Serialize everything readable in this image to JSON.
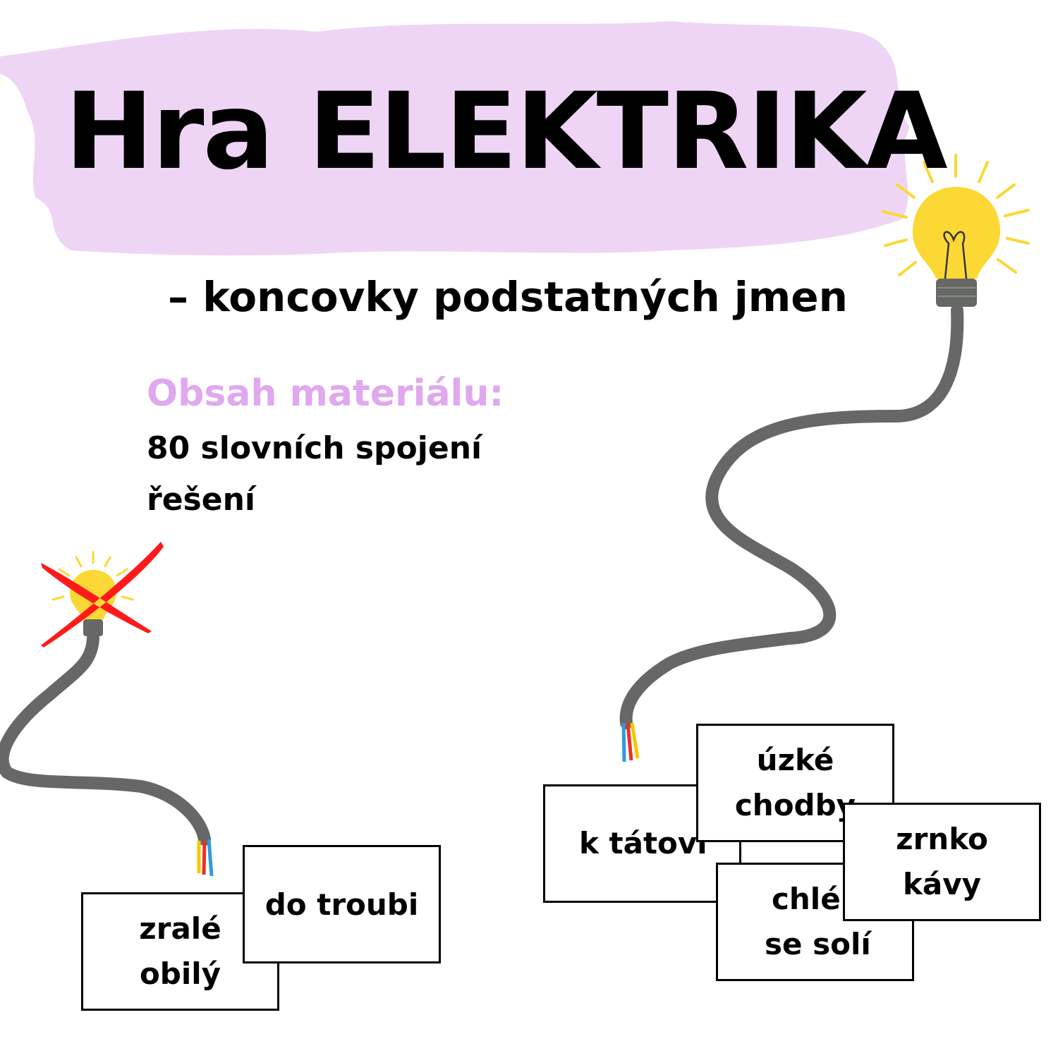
{
  "title": "Hra ELEKTRIKA",
  "subtitle": "– koncovky podstatných jmen",
  "contents": {
    "heading": "Obsah materiálu:",
    "items": [
      "80 slovních spojení",
      "řešení"
    ]
  },
  "cards": [
    {
      "line1": "zralé",
      "line2": "obilý"
    },
    {
      "line1": "do troubi",
      "line2": ""
    },
    {
      "line1": "k tátovi",
      "line2": ""
    },
    {
      "line1": "chlé",
      "line2": "se solí"
    },
    {
      "line1": "úzké",
      "line2": "chodby"
    },
    {
      "line1": "zrnko",
      "line2": "kávy"
    }
  ],
  "colors": {
    "brush": "#efd5f5",
    "accent": "#e0a8ee",
    "cable": "#666866",
    "bulb": "#fbd834",
    "cross": "#ff1a1a"
  }
}
